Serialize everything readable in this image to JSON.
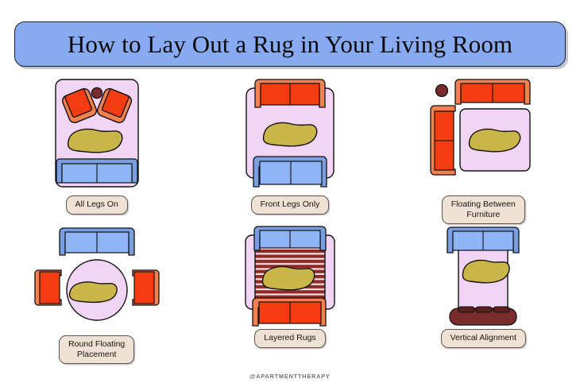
{
  "header": {
    "title": "How to Lay Out a Rug in Your Living Room",
    "bar_color": "#88aaf0"
  },
  "palette": {
    "rug_pink": "#f2d4f4",
    "sofa_blue_fill": "#8fb4f7",
    "sofa_blue_frame": "#7a9fe0",
    "sofa_red_fill": "#f53b10",
    "sofa_red_frame": "#f4804f",
    "table_gold": "#c9b548",
    "accent_maroon": "#7a2b2b",
    "stripe_dark": "#8e2b28",
    "stripe_light": "#f5e2e2",
    "label_bg": "#efe2d5",
    "outline": "#111111"
  },
  "diagrams": [
    {
      "id": "all-legs-on",
      "label": "All Legs On",
      "rug": "rectangular-pink",
      "furniture": [
        "armchair-left-angled",
        "armchair-right-angled",
        "side-table-round",
        "coffee-table-kidney",
        "sofa-blue"
      ]
    },
    {
      "id": "front-legs-only",
      "label": "Front Legs Only",
      "rug": "rectangular-pink",
      "furniture": [
        "sofa-red-top",
        "coffee-table-kidney",
        "sofa-blue-bottom"
      ]
    },
    {
      "id": "floating-between-furniture",
      "label": "Floating Between\nFurniture",
      "rug": "rectangular-pink",
      "furniture": [
        "side-table-round",
        "sofa-red-top",
        "sofa-red-left-vertical",
        "coffee-table-kidney"
      ]
    },
    {
      "id": "round-floating-placement",
      "label": "Round Floating\nPlacement",
      "rug": "round-pink",
      "furniture": [
        "sofa-blue-top",
        "armchair-left",
        "armchair-right",
        "coffee-table-kidney"
      ]
    },
    {
      "id": "layered-rugs",
      "label": "Layered Rugs",
      "rug": "rectangular-pink-with-striped-overlay",
      "furniture": [
        "sofa-blue-top",
        "coffee-table-kidney",
        "sofa-red-bottom"
      ]
    },
    {
      "id": "vertical-alignment",
      "label": "Vertical Alignment",
      "rug": "vertical-rectangular-pink",
      "furniture": [
        "sofa-blue-top",
        "coffee-table-kidney",
        "media-console-maroon"
      ]
    }
  ],
  "footer": {
    "credit": "@APARTMENTTHERAPY"
  }
}
